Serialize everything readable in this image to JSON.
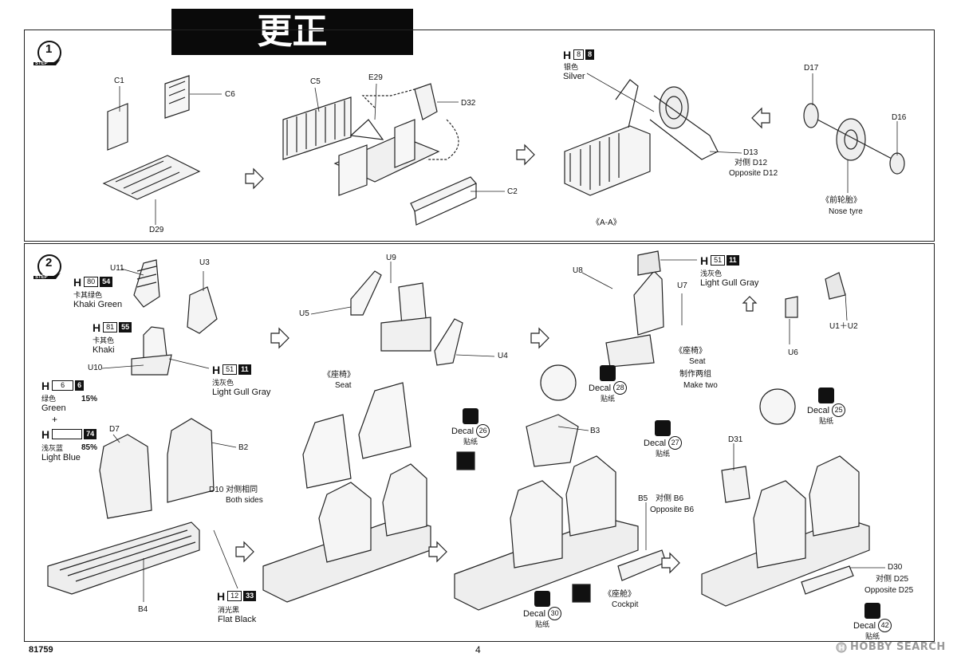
{
  "banner": "更正 correction",
  "step1": {
    "label": "1",
    "step_text": "STEP",
    "parts": {
      "c1": "C1",
      "c6": "C6",
      "d29": "D29",
      "c5": "C5",
      "e29": "E29",
      "d32": "D32",
      "c2": "C2",
      "d17": "D17",
      "d16": "D16"
    },
    "color_h8": {
      "h": "H",
      "code": "8",
      "code2": "8",
      "cn": "银色",
      "en": "Silver"
    },
    "d13": "D13",
    "d12_cn": "对侧 D12",
    "d12_en": "Opposite D12",
    "aa": "《A-A》",
    "nose_cn": "《前轮胎》",
    "nose_en": "Nose tyre"
  },
  "step2": {
    "label": "2",
    "step_text": "STEP",
    "parts": {
      "u11": "U11",
      "u3": "U3",
      "u10": "U10",
      "u9": "U9",
      "u5": "U5",
      "u4": "U4",
      "u8": "U8",
      "u7": "U7",
      "u6": "U6",
      "u1u2": "U1＋U2",
      "d7": "D7",
      "b2": "B2",
      "b4": "B4",
      "b3": "B3",
      "d31": "D31",
      "b5": "B5",
      "d30": "D30"
    },
    "h80": {
      "h": "H",
      "code": "80",
      "code2": "54",
      "cn": "卡其绿色",
      "en": "Khaki Green"
    },
    "h81": {
      "h": "H",
      "code": "81",
      "code2": "55",
      "cn": "卡其色",
      "en": "Khaki"
    },
    "h51a": {
      "h": "H",
      "code": "51",
      "code2": "11",
      "cn": "浅灰色",
      "en": "Light Gull Gray"
    },
    "h51b": {
      "h": "H",
      "code": "51",
      "code2": "11",
      "cn": "浅灰色",
      "en": "Light Gull Gray"
    },
    "h6": {
      "h": "H",
      "code": "6",
      "code2": "6",
      "cn": "绿色",
      "en": "Green",
      "pct": "15%"
    },
    "plus": "+",
    "h74": {
      "h": "H",
      "code": "",
      "code2": "74",
      "cn": "浅灰蓝",
      "en": "Light Blue",
      "pct": "85%"
    },
    "h12": {
      "h": "H",
      "code": "12",
      "code2": "33",
      "cn": "消光黑",
      "en": "Flat Black"
    },
    "d10_cn": "D10 对侧相同",
    "d10_en": "Both sides",
    "seat1_cn": "《座椅》",
    "seat1_en": "Seat",
    "seat2_cn": "《座椅》",
    "seat2_en": "Seat",
    "make_cn": "制作两组",
    "make_en": "Make two",
    "b6_cn": "对侧 B6",
    "b6_en": "Opposite B6",
    "d25_cn": "对侧 D25",
    "d25_en": "Opposite D25",
    "cockpit_cn": "《座舱》",
    "cockpit_en": "Cockpit",
    "decals": [
      {
        "label": "Decal",
        "num": "26",
        "cn": "贴纸"
      },
      {
        "label": "Decal",
        "num": "28",
        "cn": "贴纸"
      },
      {
        "label": "Decal",
        "num": "27",
        "cn": "贴纸"
      },
      {
        "label": "Decal",
        "num": "25",
        "cn": "贴纸"
      },
      {
        "label": "Decal",
        "num": "30",
        "cn": "贴纸"
      },
      {
        "label": "Decal",
        "num": "42",
        "cn": "贴纸"
      }
    ]
  },
  "footer": {
    "code": "81759",
    "page": "4",
    "watermark": "HOBBY SEARCH"
  }
}
